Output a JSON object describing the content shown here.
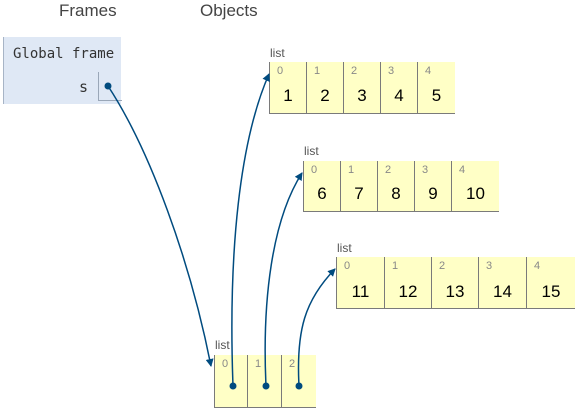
{
  "headings": {
    "frames": "Frames",
    "objects": "Objects"
  },
  "global_frame": {
    "title": "Global frame",
    "variables": [
      {
        "name": "s"
      }
    ]
  },
  "lists": [
    {
      "label": "list",
      "items": [
        {
          "index": "0",
          "value": "1"
        },
        {
          "index": "1",
          "value": "2"
        },
        {
          "index": "2",
          "value": "3"
        },
        {
          "index": "3",
          "value": "4"
        },
        {
          "index": "4",
          "value": "5"
        }
      ]
    },
    {
      "label": "list",
      "items": [
        {
          "index": "0",
          "value": "6"
        },
        {
          "index": "1",
          "value": "7"
        },
        {
          "index": "2",
          "value": "8"
        },
        {
          "index": "3",
          "value": "9"
        },
        {
          "index": "4",
          "value": "10"
        }
      ]
    },
    {
      "label": "list",
      "items": [
        {
          "index": "0",
          "value": "11"
        },
        {
          "index": "1",
          "value": "12"
        },
        {
          "index": "2",
          "value": "13"
        },
        {
          "index": "3",
          "value": "14"
        },
        {
          "index": "4",
          "value": "15"
        }
      ]
    },
    {
      "label": "list",
      "items": [
        {
          "index": "0",
          "value": ""
        },
        {
          "index": "1",
          "value": ""
        },
        {
          "index": "2",
          "value": ""
        }
      ]
    }
  ],
  "colors": {
    "pointer": "#004b7f",
    "list_fill": "#ffffc6",
    "frame_fill": "#dfe8f5"
  }
}
